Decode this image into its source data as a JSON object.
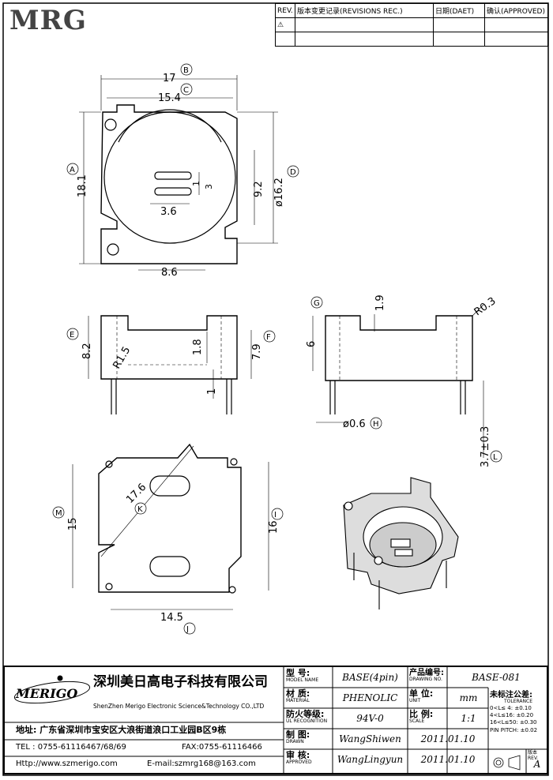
{
  "logo": "MRG",
  "revision_table": {
    "headers": [
      "REV.",
      "版本变更记录(REVISIONS REC.)",
      "日期(DAET)",
      "确认(APPROVED)"
    ],
    "mark": "⚠"
  },
  "dimensions": {
    "top": {
      "w17": "17",
      "w15_4": "15.4",
      "h18_1": "18.1",
      "d16_2": "ø16.2",
      "h9_2": "9.2",
      "s1": "1",
      "s3": "3",
      "w3_6": "3.6",
      "w8_6": "8.6"
    },
    "front": {
      "h8_2": "8.2",
      "r1_5": "R1.5",
      "h1_8": "1.8",
      "h7_9": "7.9",
      "h1": "1"
    },
    "side": {
      "h6": "6",
      "h1_9": "1.9",
      "r0_3": "R0.3",
      "d0_6": "ø0.6",
      "h3_7": "3.7±0.3"
    },
    "bottom": {
      "d17_6": "17.6",
      "h15": "15",
      "h16": "16",
      "w14_5": "14.5"
    }
  },
  "callouts": [
    "B",
    "C",
    "A",
    "D",
    "G",
    "E",
    "F",
    "H",
    "L",
    "K",
    "M",
    "I",
    "J"
  ],
  "title_block": {
    "company_cn": "深圳美日高电子科技有限公司",
    "company_en": "ShenZhen Merigo Electronic Science&Technology CO.,LTD",
    "brand": "MERIGO",
    "address": "地址: 广东省深圳市宝安区大浪街道浪口工业园B区9栋",
    "tel": "TEL : 0755-61116467/68/69",
    "fax": "FAX:0755-61116466",
    "web": "Http://www.szmerigo.com",
    "email": "E-mail:szmrg168@163.com",
    "fields": {
      "model_label": "型 号:",
      "model_sub": "MODEL NAME",
      "model": "BASE(4pin)",
      "material_label": "材 质:",
      "material_sub": "MATERIAL",
      "material": "PHENOLIC",
      "ul_label": "防火等级:",
      "ul_sub": "UL RECOGNITION",
      "ul": "94V-0",
      "drawn_label": "制 图:",
      "drawn_sub": "DRAWN",
      "drawn": "WangShiwen",
      "drawn_date": "2011.01.10",
      "approved_label": "审 核:",
      "approved_sub": "APPROVED",
      "approved": "WangLingyun",
      "approved_date": "2011.01.10",
      "drawing_label": "产品编号:",
      "drawing_sub": "DRAWING NO.",
      "drawing": "BASE-081",
      "unit_label": "单 位:",
      "unit_sub": "UNIT",
      "unit": "mm",
      "scale_label": "比 例:",
      "scale_sub": "SCALE",
      "scale": "1:1",
      "tol_label": "未标注公差:",
      "tol_sub": "TOLERANCE",
      "tol_rows": [
        "0<L≤ 4:  ±0.10",
        "4<L≤16:  ±0.20",
        "16<L≤50: ±0.30",
        "PIN PITCH: ±0.02"
      ],
      "rev_label": "版本REV.",
      "rev": "A"
    }
  }
}
